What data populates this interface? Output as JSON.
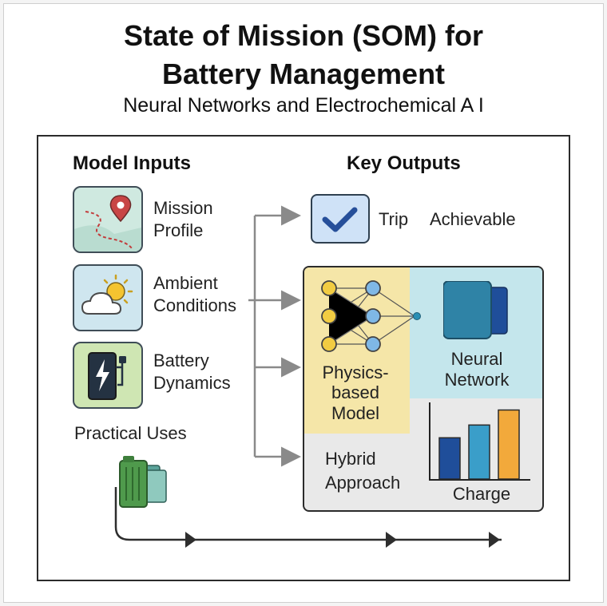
{
  "header": {
    "title_line1": "State of Mission (SOM) for",
    "title_line2": "Battery Management",
    "subtitle": "Neural Networks and Electrochemical A I"
  },
  "inputs": {
    "heading": "Model Inputs",
    "items": [
      {
        "line1": "Mission",
        "line2": "Profile",
        "icon": "map-pin-icon"
      },
      {
        "line1": "Ambient",
        "line2": "Conditions",
        "icon": "cloud-sun-icon"
      },
      {
        "line1": "Battery",
        "line2": "Dynamics",
        "icon": "battery-charging-icon"
      }
    ],
    "practical_uses": "Practical Uses"
  },
  "outputs": {
    "heading": "Key Outputs",
    "trip_word1": "Trip",
    "trip_word2": "Achievable",
    "physics_line1": "Physics-",
    "physics_line2": "based",
    "physics_line3": "Model",
    "neural_line1": "Neural",
    "neural_line2": "Network",
    "hybrid_line1": "Hybrid",
    "hybrid_line2": "Approach",
    "charge_label": "Charge"
  },
  "chart_data": {
    "type": "bar",
    "values": [
      0.55,
      0.72,
      0.92
    ],
    "colors": [
      "#1f4e9a",
      "#3a9ec9",
      "#f2a93b"
    ],
    "xlabel": "Charge",
    "ylim": [
      0,
      1
    ]
  },
  "colors": {
    "yellow_panel": "#f5e6a8",
    "blue_panel": "#c4e6ec",
    "gray_panel": "#e9e9e9",
    "node_yellow": "#f2cc42",
    "node_blue": "#7fb8e6",
    "arrow": "#8a8a8a"
  }
}
